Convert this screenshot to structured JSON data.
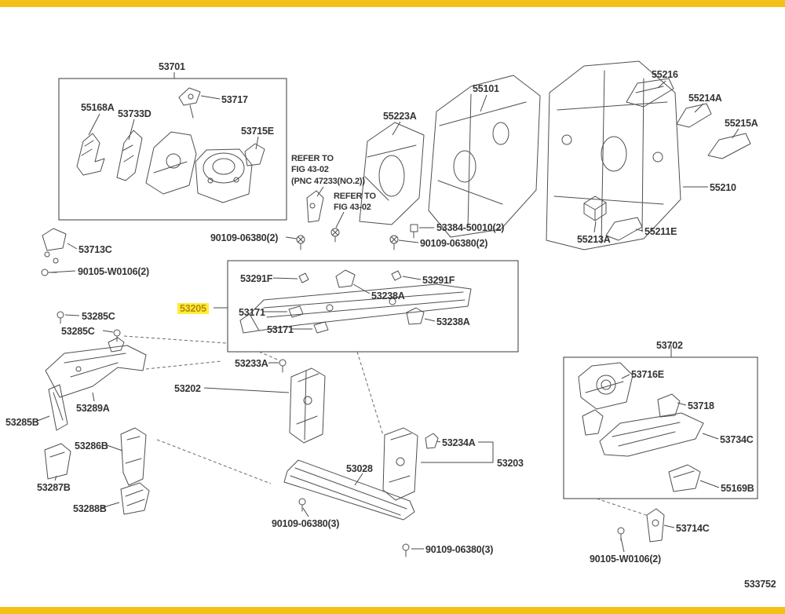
{
  "page": {
    "colors": {
      "bar": "#f1c118",
      "highlight_bg": "#ffec3d",
      "highlight_text": "#b98b00",
      "label_text": "#333333"
    },
    "figure_code": "533752"
  },
  "labels": [
    {
      "text": "53701"
    },
    {
      "text": "55168A"
    },
    {
      "text": "53733D"
    },
    {
      "text": "53717"
    },
    {
      "text": "53715E"
    },
    {
      "text": "REFER TO\nFIG 43-02\n(PNC 47233(NO.2))"
    },
    {
      "text": "REFER TO\nFIG 43-02"
    },
    {
      "text": "55223A"
    },
    {
      "text": "55101"
    },
    {
      "text": "55216"
    },
    {
      "text": "55214A"
    },
    {
      "text": "55215A"
    },
    {
      "text": "55210"
    },
    {
      "text": "55211E"
    },
    {
      "text": "55213A"
    },
    {
      "text": "53384-50010(2)"
    },
    {
      "text": "90109-06380(2)"
    },
    {
      "text": "90109-06380(2)"
    },
    {
      "text": "53713C"
    },
    {
      "text": "90105-W0106(2)"
    },
    {
      "text": "53291F"
    },
    {
      "text": "53291F"
    },
    {
      "text": "53238A"
    },
    {
      "text": "53205"
    },
    {
      "text": "53171"
    },
    {
      "text": "53171"
    },
    {
      "text": "53238A"
    },
    {
      "text": "53285C"
    },
    {
      "text": "53285C"
    },
    {
      "text": "53702"
    },
    {
      "text": "53233A"
    },
    {
      "text": "53716E"
    },
    {
      "text": "53202"
    },
    {
      "text": "53718"
    },
    {
      "text": "53289A"
    },
    {
      "text": "53285B"
    },
    {
      "text": "53734C"
    },
    {
      "text": "53286B"
    },
    {
      "text": "53234A"
    },
    {
      "text": "53203"
    },
    {
      "text": "53028"
    },
    {
      "text": "53287B"
    },
    {
      "text": "55169B"
    },
    {
      "text": "53288B"
    },
    {
      "text": "90109-06380(3)"
    },
    {
      "text": "53714C"
    },
    {
      "text": "90109-06380(3)"
    },
    {
      "text": "90105-W0106(2)"
    },
    {
      "text": "533752"
    }
  ]
}
